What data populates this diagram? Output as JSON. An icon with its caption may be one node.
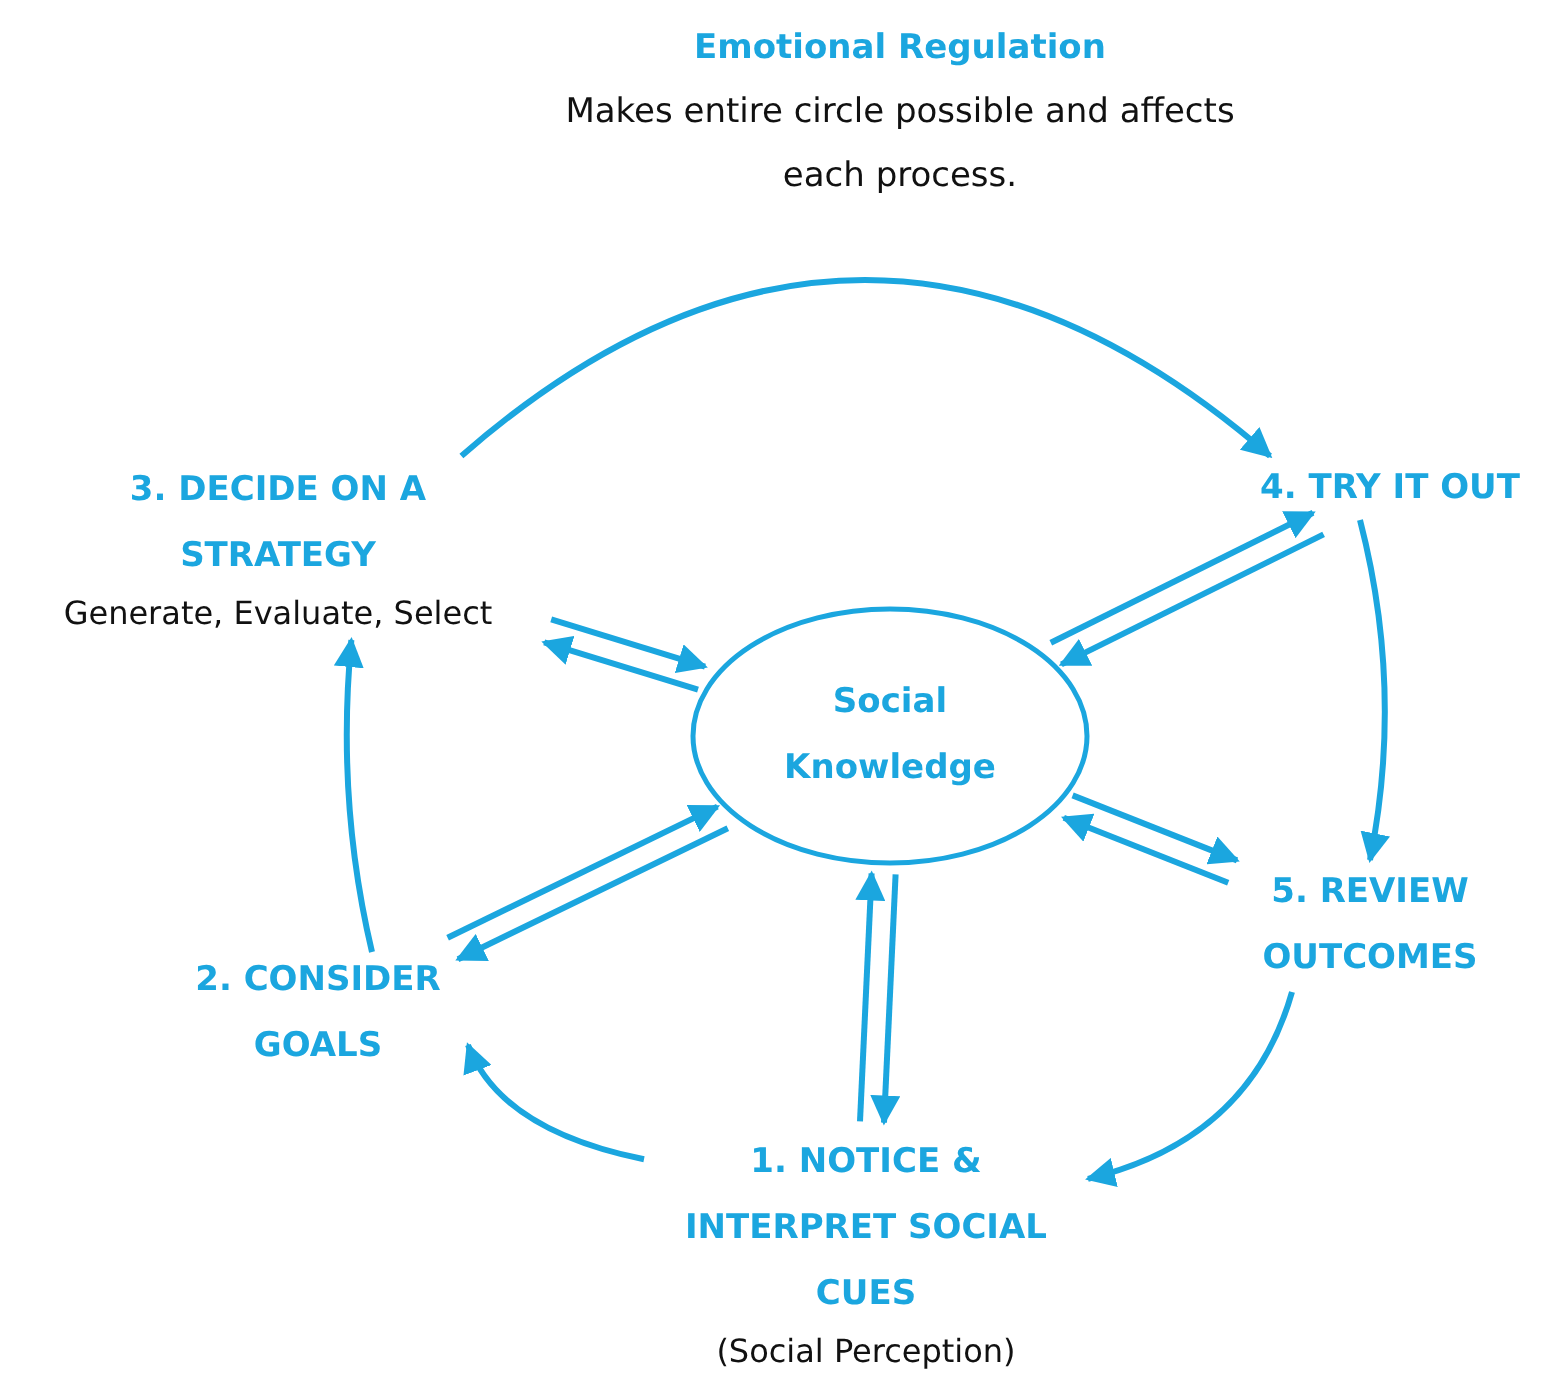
{
  "diagram": {
    "nodes": [
      {
        "text": [
          "Social Knowledge"
        ]
      },
      {
        "text": [
          "1. NOTICE & INTERPRET SOCIAL CUES",
          "(Social Perception)"
        ]
      },
      {
        "text": [
          "2. CONSIDER GOALS"
        ]
      },
      {
        "text": [
          "3. DECIDE ON A STRATEGY",
          "Generate, Evaluate, Select"
        ]
      },
      {
        "text": [
          "4. TRY IT OUT"
        ]
      },
      {
        "text": [
          "5. REVIEW OUTCOMES"
        ]
      }
    ],
    "edges": [
      {
        "from": 1,
        "to": 2,
        "arrow": "to"
      },
      {
        "from": 2,
        "to": 3,
        "arrow": "to"
      },
      {
        "from": 3,
        "to": 4,
        "arrow": "to"
      },
      {
        "from": 4,
        "to": 5,
        "arrow": "to"
      },
      {
        "from": 5,
        "to": 1,
        "arrow": "to"
      },
      {
        "from": 0,
        "to": 1,
        "arrow": "to"
      },
      {
        "from": 1,
        "to": 0,
        "arrow": "to"
      },
      {
        "from": 0,
        "to": 2,
        "arrow": "to"
      },
      {
        "from": 2,
        "to": 0,
        "arrow": "to"
      },
      {
        "from": 0,
        "to": 3,
        "arrow": "to"
      },
      {
        "from": 3,
        "to": 0,
        "arrow": "to"
      },
      {
        "from": 0,
        "to": 4,
        "arrow": "to"
      },
      {
        "from": 4,
        "to": 0,
        "arrow": "to"
      },
      {
        "from": 0,
        "to": 5,
        "arrow": "to"
      },
      {
        "from": 5,
        "to": 0,
        "arrow": "to"
      }
    ],
    "labels": [
      "Emotional Regulation",
      "Makes entire circle possible and affects each process."
    ]
  }
}
